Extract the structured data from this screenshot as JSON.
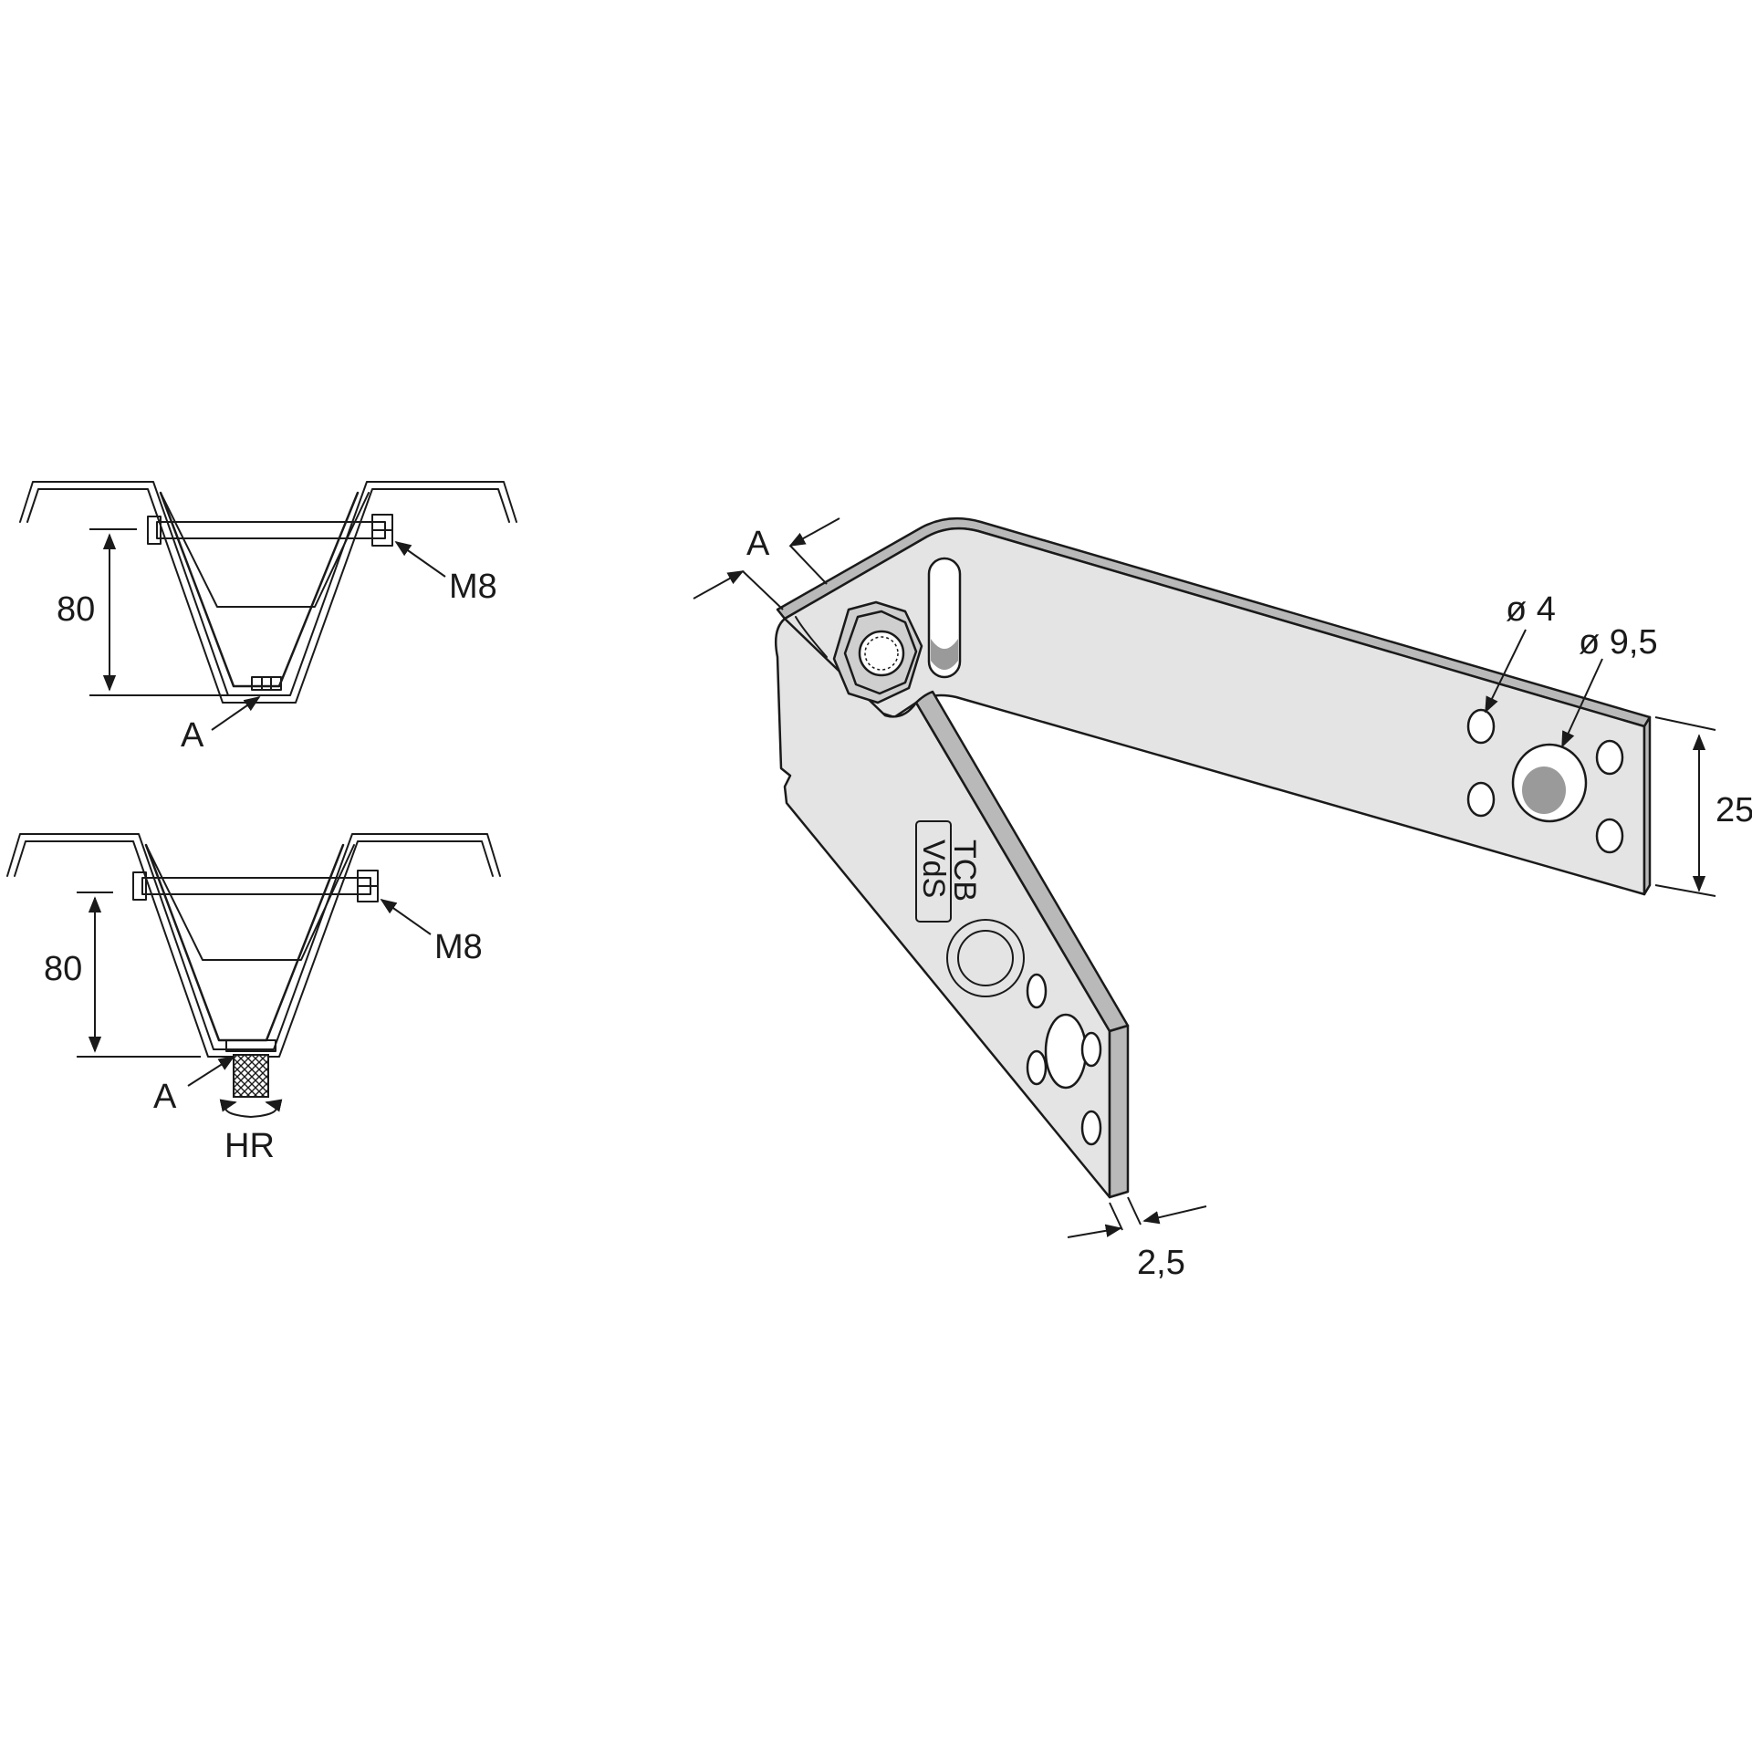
{
  "detail_top": {
    "height_value": "80",
    "bolt_label": "M8",
    "clamp_label": "A"
  },
  "detail_bottom": {
    "height_value": "80",
    "bolt_label": "M8",
    "clamp_label": "A",
    "rod_label": "HR"
  },
  "bracket": {
    "gap_label": "A",
    "small_hole_label": "ø 4",
    "large_hole_label": "ø 9,5",
    "width_value": "25",
    "thickness_value": "2,5",
    "stamp_text_1": "TCB",
    "stamp_text_2": "VdS"
  }
}
